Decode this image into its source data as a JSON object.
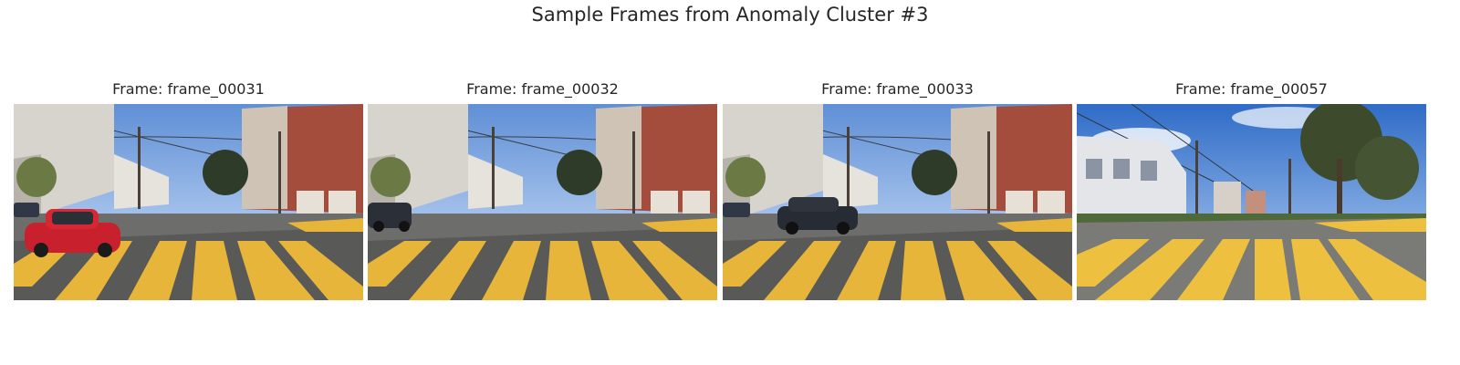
{
  "figure": {
    "title": "Sample Frames from Anomaly Cluster #3"
  },
  "frames": [
    {
      "title": "Frame: frame_00031"
    },
    {
      "title": "Frame: frame_00032"
    },
    {
      "title": "Frame: frame_00033"
    },
    {
      "title": "Frame: frame_00057"
    }
  ]
}
